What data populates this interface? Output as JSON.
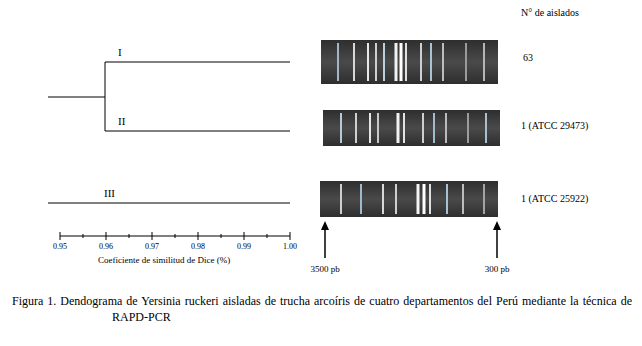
{
  "diagram": {
    "caption": "Figura 1.  Dendograma de Yersinia ruckeri aisladas de trucha arcoíris de cuatro departamentos del Perú mediante la técnica de RAPD-PCR",
    "labels": [
      "I",
      "II",
      "III",
      "N° de aislados",
      "63",
      "1 (ATCC 29473)",
      "1 (ATCC 25922)",
      "0.95",
      "0.96",
      "0.97",
      "0.98",
      "0.99",
      "1.00",
      "Coeficiente de similitud de Dice (%)",
      "3500 pb",
      "300 pb"
    ]
  }
}
